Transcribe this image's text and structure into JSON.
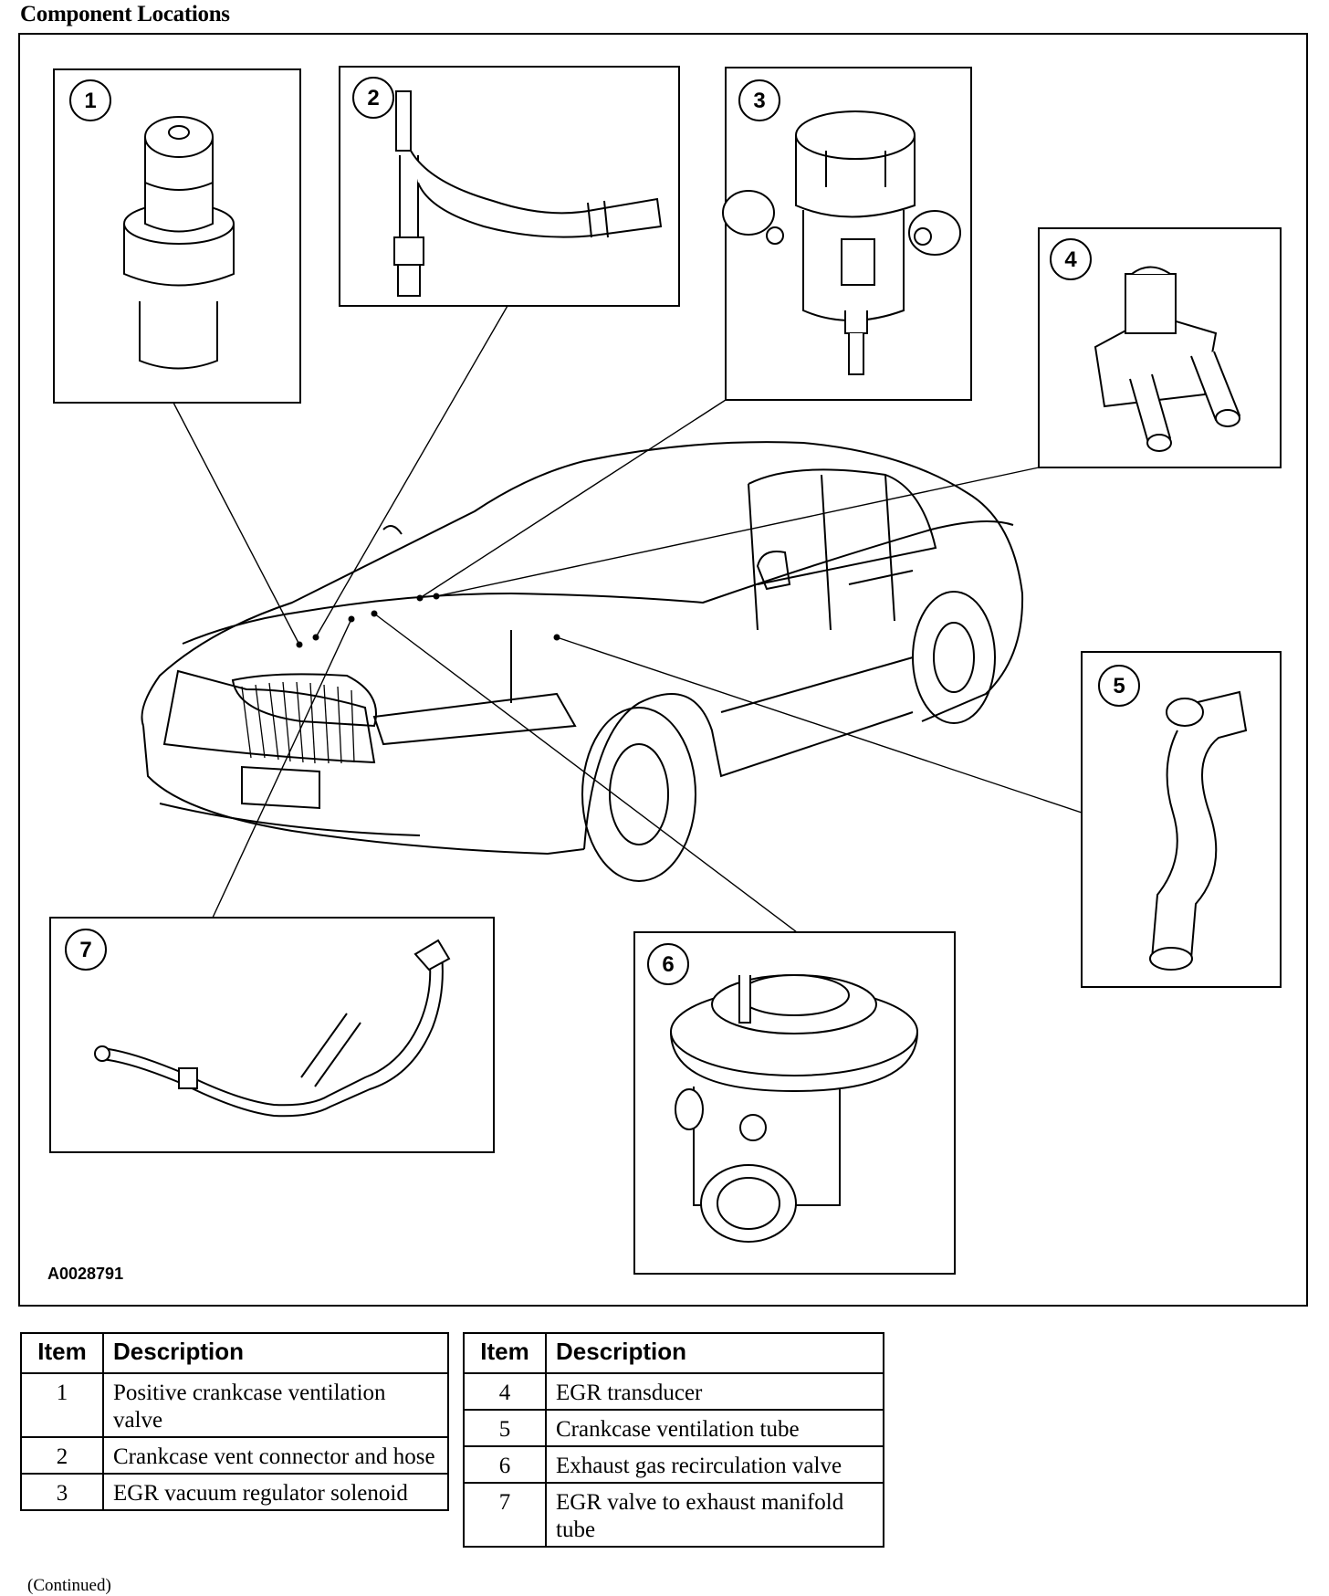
{
  "title": "Component Locations",
  "figure_code": "A0028791",
  "callouts": [
    "1",
    "2",
    "3",
    "4",
    "5",
    "6",
    "7"
  ],
  "legend": {
    "header_item": "Item",
    "header_description": "Description",
    "left": [
      {
        "item": "1",
        "description": "Positive crankcase ventilation valve"
      },
      {
        "item": "2",
        "description": "Crankcase vent connector and hose"
      },
      {
        "item": "3",
        "description": "EGR vacuum regulator solenoid"
      }
    ],
    "right": [
      {
        "item": "4",
        "description": "EGR transducer"
      },
      {
        "item": "5",
        "description": "Crankcase ventilation tube"
      },
      {
        "item": "6",
        "description": "Exhaust gas recirculation valve"
      },
      {
        "item": "7",
        "description": "EGR valve to exhaust manifold tube"
      }
    ]
  },
  "footer_note": "(Continued)"
}
